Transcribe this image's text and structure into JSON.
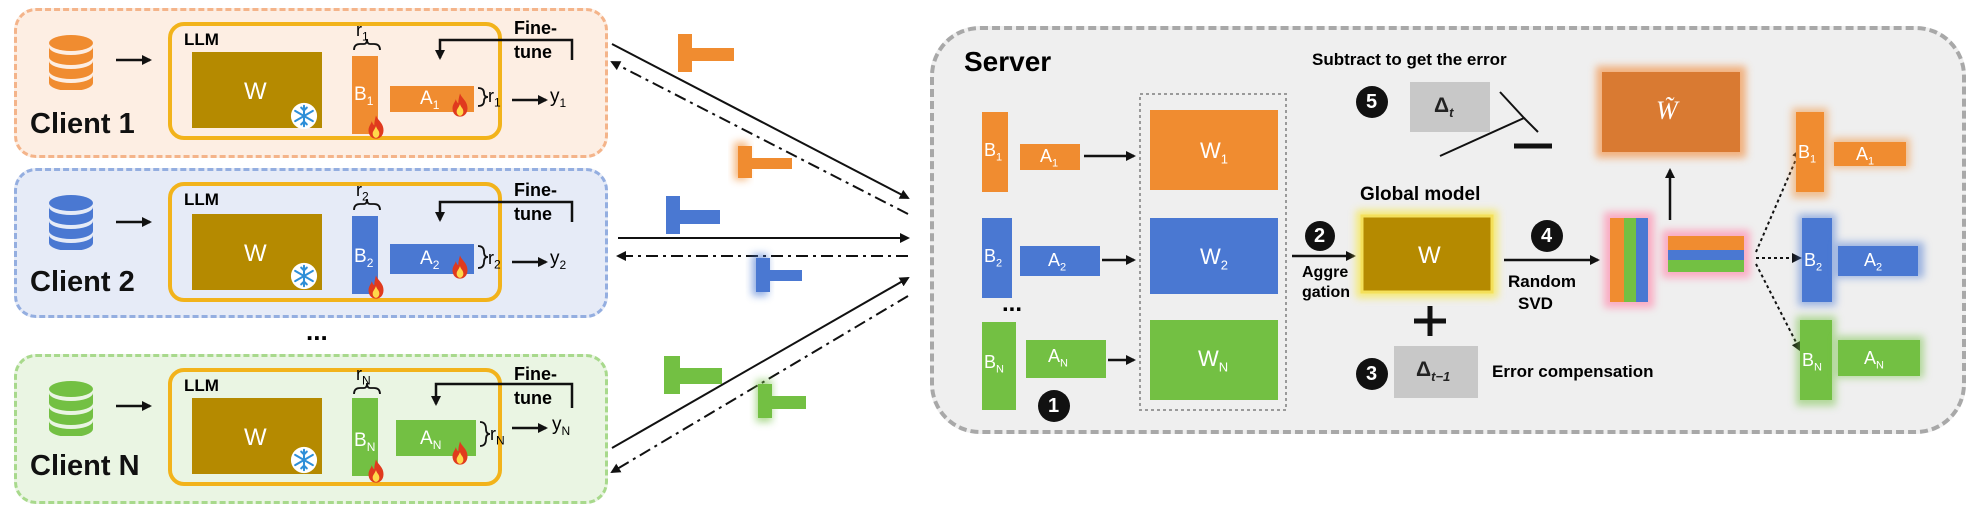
{
  "clients": [
    {
      "name": "Client 1",
      "llm": "LLM",
      "w": "W",
      "b": "B",
      "a": "A",
      "sub": "1",
      "r": "r",
      "rsub": "1",
      "y": "y",
      "ysub": "1",
      "ft1": "Fine-",
      "ft2": "tune"
    },
    {
      "name": "Client 2",
      "llm": "LLM",
      "w": "W",
      "b": "B",
      "a": "A",
      "sub": "2",
      "r": "r",
      "rsub": "2",
      "y": "y",
      "ysub": "2",
      "ft1": "Fine-",
      "ft2": "tune"
    },
    {
      "name": "Client N",
      "llm": "LLM",
      "w": "W",
      "b": "B",
      "a": "A",
      "sub": "N",
      "r": "r",
      "rsub": "N",
      "y": "y",
      "ysub": "N",
      "ft1": "Fine-",
      "ft2": "tune"
    }
  ],
  "between_clients_ellipsis": "...",
  "server": {
    "title": "Server",
    "rows": [
      {
        "b": "B",
        "a": "A",
        "w": "W",
        "sub": "1"
      },
      {
        "b": "B",
        "a": "A",
        "w": "W",
        "sub": "2"
      },
      {
        "b": "B",
        "a": "A",
        "w": "W",
        "sub": "N"
      }
    ],
    "ellipsis": "...",
    "step1": "1",
    "step2": "2",
    "aggregation_line1": "Aggre",
    "aggregation_line2": "gation",
    "global_model": "Global model",
    "global_w": "W",
    "plus": "+",
    "step3": "3",
    "delta_prev": "Δ",
    "delta_prev_sub": "t−1",
    "error_compensation": "Error compensation",
    "step4": "4",
    "random_svd_line1": "Random",
    "random_svd_line2": "SVD",
    "step5": "5",
    "subtract_text": "Subtract to get the error",
    "delta": "Δ",
    "delta_sub": "t",
    "minus": "−",
    "w_tilde": "W̃",
    "outputs": [
      {
        "b": "B",
        "a": "A",
        "sub": "1"
      },
      {
        "b": "B",
        "a": "A",
        "sub": "2"
      },
      {
        "b": "B",
        "a": "A",
        "sub": "N"
      }
    ]
  },
  "colors": {
    "orange": "#f08c30",
    "blue": "#4a78d2",
    "green": "#73c043",
    "gold": "#b58a00",
    "llm_border": "#f2b31b",
    "client1_bg": "#fdeee3",
    "client1_border": "#f4b48a",
    "client2_bg": "#e6ebf7",
    "client2_border": "#94aee0",
    "client3_bg": "#eaf5e3",
    "client3_border": "#a8d98c",
    "server_bg": "#efefef",
    "delta_box": "#c8c8c8",
    "w_tilde": "#d97a32"
  },
  "icons": [
    "database-icon",
    "snowflake-icon",
    "flame-icon"
  ]
}
